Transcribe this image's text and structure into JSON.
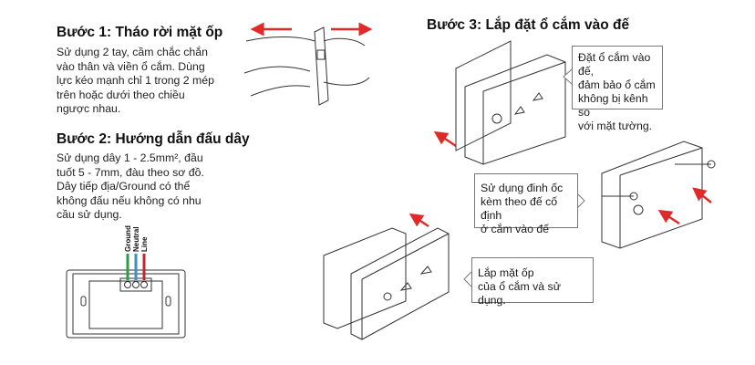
{
  "step1": {
    "title": "Bước 1: Tháo rời mặt ốp",
    "lines": [
      "Sử dụng 2 tay, cầm chắc chắn",
      "vào thân và viền ổ cắm. Dùng",
      "lực kéo mạnh chỉ 1 trong 2 mép",
      "trên hoặc dưới theo chiều",
      "ngược nhau."
    ]
  },
  "step2": {
    "title": "Bước 2: Hướng dẫn đấu dây",
    "lines": [
      "Sử dụng dây 1 - 2.5mm², đầu",
      "tuốt 5 - 7mm, đàu theo sơ đồ.",
      "Dây tiếp địa/Ground có thể",
      "không đấu nếu không có nhu",
      "cầu sử dụng."
    ],
    "wires": [
      {
        "label": "Ground",
        "color": "#2e9b46"
      },
      {
        "label": "Neutral",
        "color": "#3a8fc4"
      },
      {
        "label": "Line",
        "color": "#c0282d"
      }
    ]
  },
  "step3": {
    "title": "Bước 3: Lắp đặt ổ cắm vào đế",
    "callouts": [
      [
        "Đặt ổ cắm vào đế,",
        "đảm bảo ổ cắm",
        "không bị kênh so",
        "với mặt tường."
      ],
      [
        "Sử dụng đinh ốc",
        "kèm theo đế cố định",
        "ở cắm vào đế"
      ],
      [
        "Lắp mặt ốp",
        "của ổ cắm và sử dụng."
      ]
    ]
  },
  "colors": {
    "arrow": "#e02a2a",
    "line": "#333333"
  }
}
